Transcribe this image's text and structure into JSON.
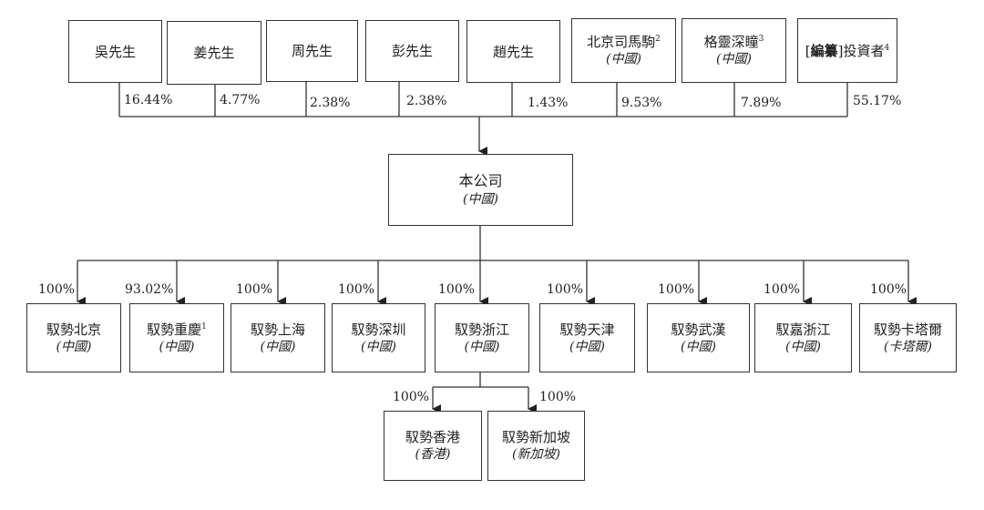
{
  "shareholders": [
    {
      "name": "吳先生",
      "percent": "16.44%"
    },
    {
      "name": "姜先生",
      "percent": "4.77%"
    },
    {
      "name": "周先生",
      "percent": "2.38%"
    },
    {
      "name": "彭先生",
      "percent": "2.38%"
    },
    {
      "name": "趙先生",
      "percent": "1.43%"
    },
    {
      "name": "北京司馬駒",
      "note": "2",
      "jurisdiction": "(中國)",
      "percent": "9.53%"
    },
    {
      "name": "格靈深瞳",
      "note": "3",
      "jurisdiction": "(中國)",
      "percent": "7.89%"
    },
    {
      "bracket_open": "[",
      "redacted": "編纂",
      "bracket_close": "]",
      "name": "投資者",
      "note": "4",
      "percent": "55.17%"
    }
  ],
  "company": {
    "name": "本公司",
    "jurisdiction": "(中國)"
  },
  "subsidiaries": [
    {
      "name": "馭勢北京",
      "jurisdiction": "(中國)",
      "percent": "100%"
    },
    {
      "name": "馭勢重慶",
      "note": "1",
      "jurisdiction": "(中國)",
      "percent": "93.02%"
    },
    {
      "name": "馭勢上海",
      "jurisdiction": "(中國)",
      "percent": "100%"
    },
    {
      "name": "馭勢深圳",
      "jurisdiction": "(中國)",
      "percent": "100%"
    },
    {
      "name": "馭勢浙江",
      "jurisdiction": "(中國)",
      "percent": "100%"
    },
    {
      "name": "馭勢天津",
      "jurisdiction": "(中國)",
      "percent": "100%"
    },
    {
      "name": "馭勢武漢",
      "jurisdiction": "(中國)",
      "percent": "100%"
    },
    {
      "name": "馭嘉浙江",
      "jurisdiction": "(中國)",
      "percent": "100%"
    },
    {
      "name": "馭勢卡塔爾",
      "jurisdiction": "(卡塔爾)",
      "percent": "100%"
    }
  ],
  "sub_subsidiaries": [
    {
      "name": "馭勢香港",
      "jurisdiction": "(香港)",
      "percent": "100%"
    },
    {
      "name": "馭勢新加坡",
      "jurisdiction": "(新加坡)",
      "percent": "100%"
    }
  ]
}
